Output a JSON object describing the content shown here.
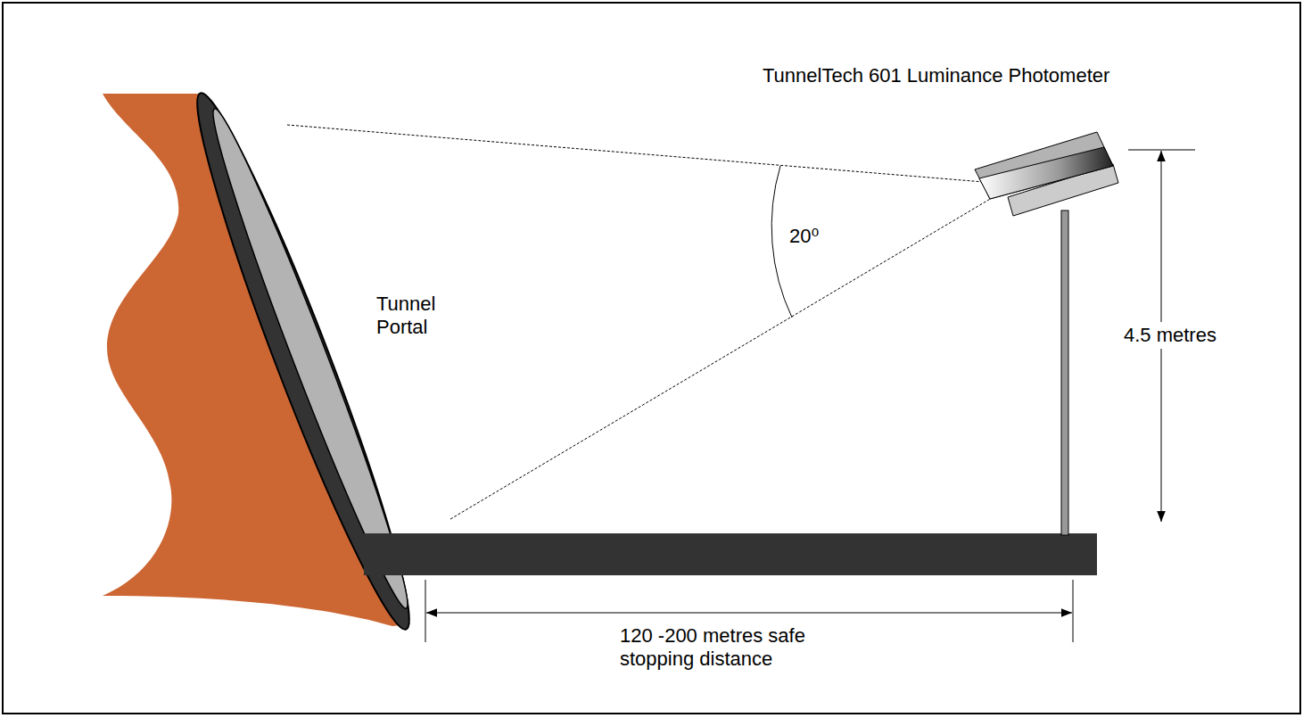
{
  "diagram": {
    "labels": [
      "TunnelTech 601 Luminance Photometer",
      "Tunnel Portal",
      "20⁰",
      "4.5 metres",
      "120 -200 metres safe stopping distance"
    ]
  }
}
